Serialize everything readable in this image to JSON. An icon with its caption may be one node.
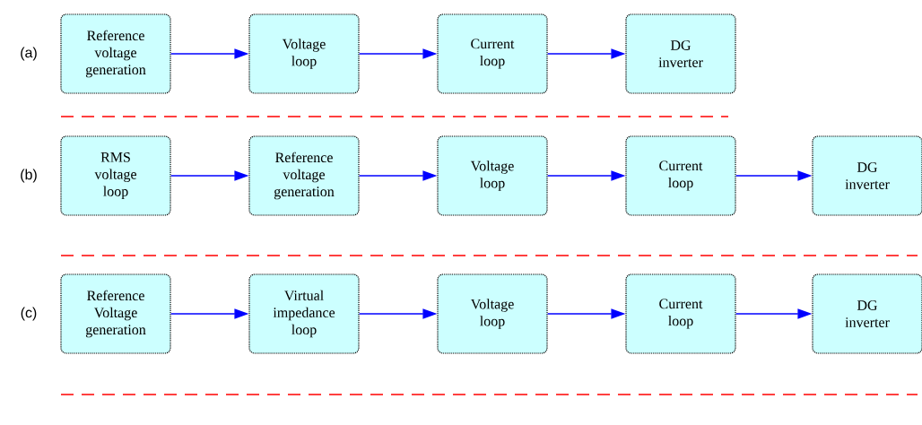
{
  "diagram": {
    "nodes": [
      {
        "text": [
          "Reference voltage generation"
        ]
      },
      {
        "text": [
          "Voltage loop"
        ]
      },
      {
        "text": [
          "Current loop"
        ]
      },
      {
        "text": [
          "DG inverter"
        ]
      },
      {
        "text": [
          "RMS voltage loop"
        ]
      },
      {
        "text": [
          "Reference voltage generation"
        ]
      },
      {
        "text": [
          "Voltage loop"
        ]
      },
      {
        "text": [
          "Current loop"
        ]
      },
      {
        "text": [
          "DG inverter"
        ]
      },
      {
        "text": [
          "Reference Voltage generation"
        ]
      },
      {
        "text": [
          "Virtual impedance loop"
        ]
      },
      {
        "text": [
          "Voltage loop"
        ]
      },
      {
        "text": [
          "Current loop"
        ]
      },
      {
        "text": [
          "DG inverter"
        ]
      }
    ],
    "edges": [
      {
        "from": 0,
        "to": 1,
        "arrow": "to"
      },
      {
        "from": 1,
        "to": 2,
        "arrow": "to"
      },
      {
        "from": 2,
        "to": 3,
        "arrow": "to"
      },
      {
        "from": 4,
        "to": 5,
        "arrow": "to"
      },
      {
        "from": 5,
        "to": 6,
        "arrow": "to"
      },
      {
        "from": 6,
        "to": 7,
        "arrow": "to"
      },
      {
        "from": 7,
        "to": 8,
        "arrow": "to"
      },
      {
        "from": 9,
        "to": 10,
        "arrow": "to"
      },
      {
        "from": 10,
        "to": 11,
        "arrow": "to"
      },
      {
        "from": 11,
        "to": 12,
        "arrow": "to"
      },
      {
        "from": 12,
        "to": 13,
        "arrow": "to"
      }
    ],
    "labels": [
      "(a)",
      "(b)",
      "(c)"
    ]
  }
}
